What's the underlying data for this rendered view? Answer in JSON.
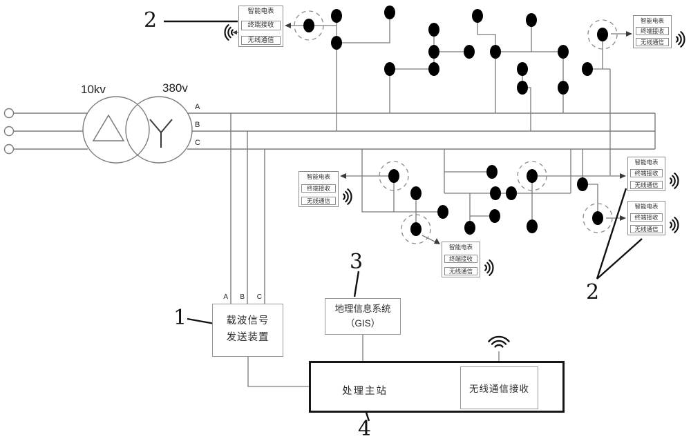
{
  "figure": {
    "transformer": {
      "primary_voltage": "10kv",
      "secondary_voltage": "380v"
    },
    "phases": {
      "a": "A",
      "b": "B",
      "c": "C"
    },
    "smart_meter": {
      "title": "智能电表",
      "terminal": "终端接收",
      "wireless": "无线通信"
    },
    "carrier_device": {
      "line1": "载波信号",
      "line2": "发送装置"
    },
    "gis": {
      "line1": "地理信息系统",
      "line2": "（GIS）"
    },
    "main_station": {
      "label": "处理主站",
      "receiver": "无线通信接收"
    },
    "callouts": {
      "smart_meter_top_left": "2",
      "smart_meter_right": "2",
      "carrier_device": "1",
      "gis": "3",
      "main_station": "4"
    },
    "colors": {
      "network_line": "#7a7a7a",
      "node": "#000000",
      "annotation": "#111111"
    }
  }
}
